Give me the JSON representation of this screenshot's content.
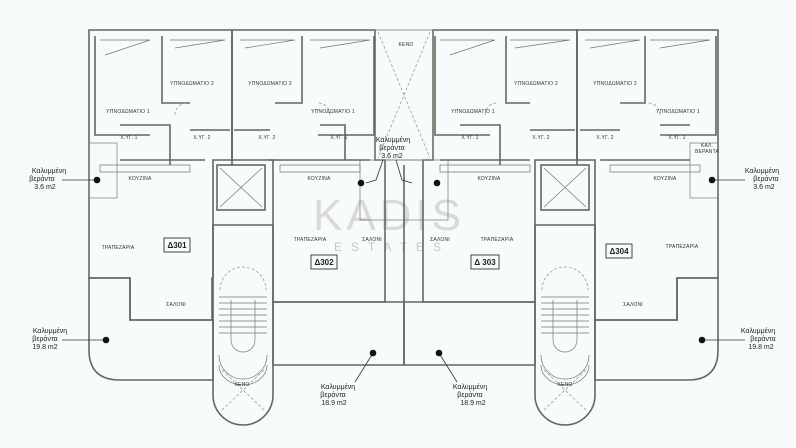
{
  "colors": {
    "unit_green": "#d6ecc4",
    "unit_yellow": "#f8f6c9",
    "terrace": "#f9fbfb"
  },
  "logo": {
    "name": "KADIS",
    "sub": "ESTATES"
  },
  "void_label": "ΚΕΝΟ",
  "units": [
    {
      "id": "Δ301"
    },
    {
      "id": "Δ302"
    },
    {
      "id": "Δ 303"
    },
    {
      "id": "Δ304"
    }
  ],
  "rooms": {
    "bedroom1": "ΥΠΝΟΔΩΜΑΤΙΟ 1",
    "bedroom2": "ΥΠΝΟΔΩΜΑΤΙΟ 2",
    "bath1": "Χ.ΥΓ. 1",
    "bath2": "Χ.ΥΓ. 2",
    "kitchen": "ΚΟΥΖΙΝΑ",
    "dining": "ΤΡΑΠΕΖΑΡΙΑ",
    "living": "ΣΑΛΟΝΙ",
    "covered_veranda_short": {
      "line1": "ΚΑΛ.",
      "line2": "ΒΕΡΑΝΤΑ"
    }
  },
  "verandas": [
    {
      "line1": "Καλυμμένη",
      "line2": "βεράντα",
      "area": "3.6 m2"
    },
    {
      "line1": "Καλυμμένη",
      "line2": "βεράντα",
      "area": "3.6 m2"
    },
    {
      "line1": "Καλυμμένη",
      "line2": "βεράντα",
      "area": "3.6 m2"
    },
    {
      "line1": "Καλυμμένη",
      "line2": "βεράντα",
      "area": "19.8 m2"
    },
    {
      "line1": "Καλυμμένη",
      "line2": "βεράντα",
      "area": "18.9 m2"
    },
    {
      "line1": "Καλυμμένη",
      "line2": "βεράντα",
      "area": "18.9 m2"
    },
    {
      "line1": "Καλυμμένη",
      "line2": "βεράντα",
      "area": "19.8 m2"
    }
  ]
}
